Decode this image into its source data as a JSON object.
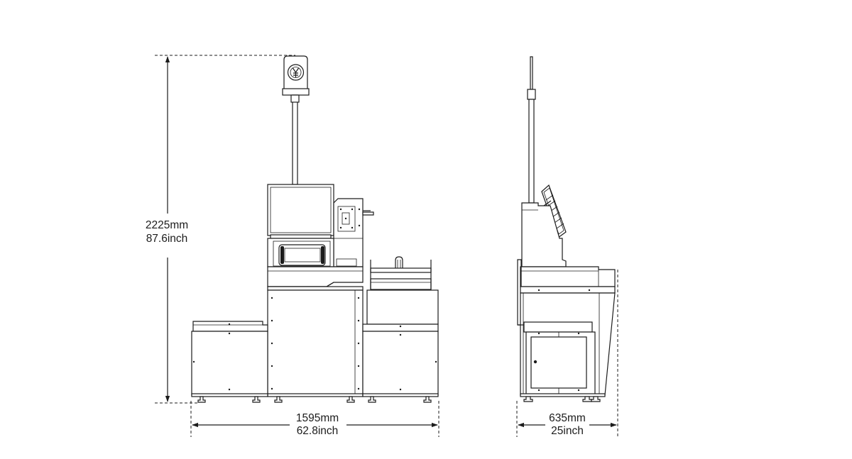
{
  "dimensions": {
    "height": {
      "mm": "2225mm",
      "inch": "87.6inch"
    },
    "front_width": {
      "mm": "1595mm",
      "inch": "62.8inch"
    },
    "side_depth": {
      "mm": "635mm",
      "inch": "25inch"
    }
  },
  "colors": {
    "line": "#1c1c1c",
    "background": "#ffffff"
  },
  "icons": {
    "lamp_logo": "yen-symbol-icon"
  }
}
